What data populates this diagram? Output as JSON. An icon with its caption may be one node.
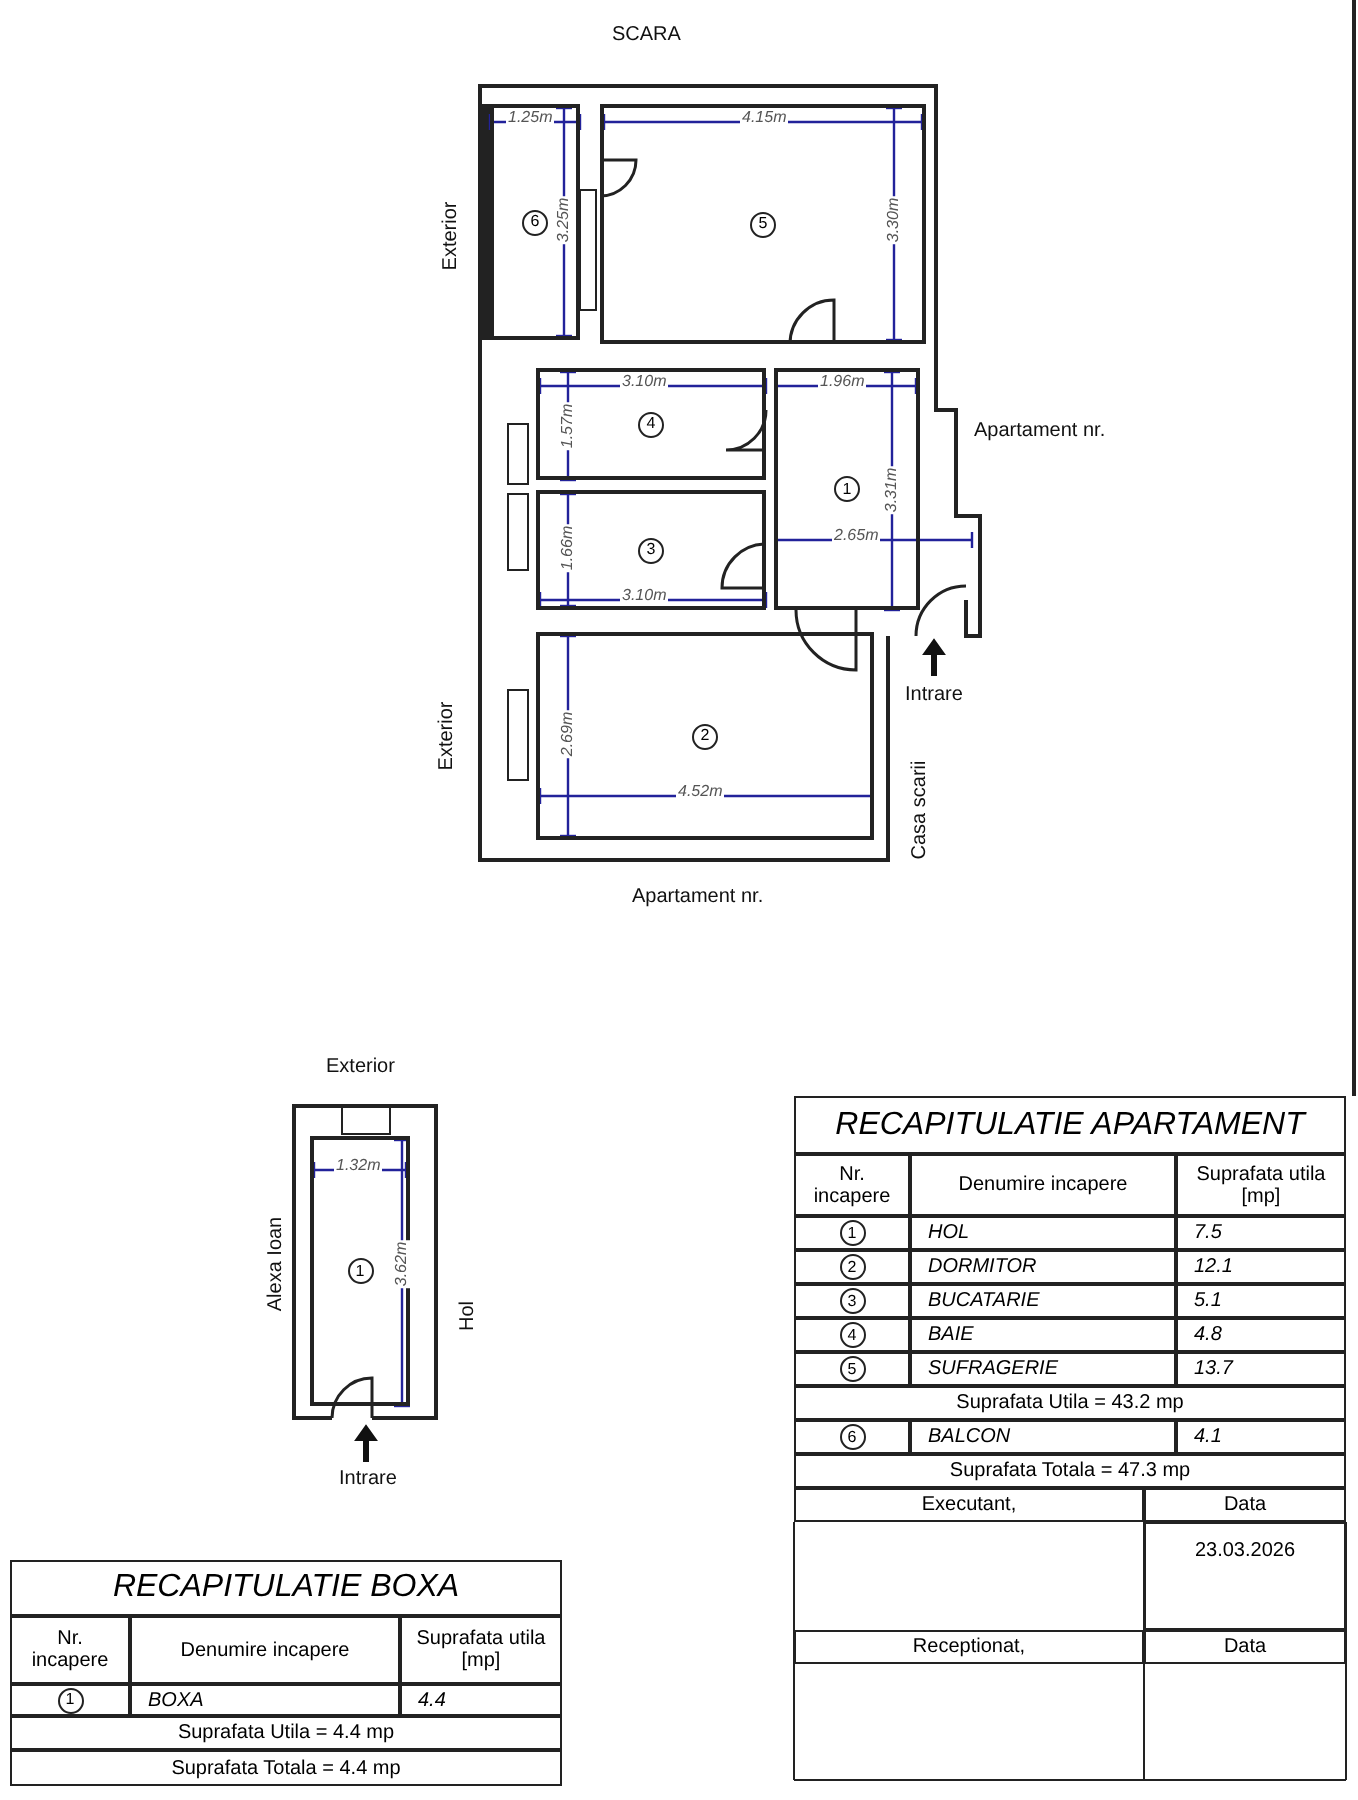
{
  "diagram": {
    "nodes": [
      {
        "text": [
          "6"
        ]
      },
      {
        "text": [
          "5"
        ]
      },
      {
        "text": [
          "4"
        ]
      },
      {
        "text": [
          "3"
        ]
      },
      {
        "text": [
          "1"
        ]
      },
      {
        "text": [
          "2"
        ]
      },
      {
        "text": [
          "1"
        ]
      }
    ],
    "edges": [],
    "labels": [
      "SCARA",
      "Exterior",
      "1.25m",
      "4.15m",
      "3.25m",
      "3.30m",
      "3.10m",
      "1.96m",
      "Apartament nr.",
      "1.57m",
      "3.31m",
      "1.66m",
      "2.65m",
      "3.10m",
      "Intrare",
      "Exterior",
      "2.69m",
      "4.52m",
      "Casa scarii",
      "Apartament nr.",
      "Exterior",
      "1.32m",
      "Alexa Ioan",
      "3.62m",
      "Hol",
      "Intrare",
      "RECAPITULATIE APARTAMENT",
      "Nr. incapere",
      "Denumire incapere",
      "Suprafata utila [mp]",
      "1",
      "HOL",
      "7.5",
      "2",
      "DORMITOR",
      "12.1",
      "3",
      "BUCATARIE",
      "5.1",
      "4",
      "BAIE",
      "4.8",
      "5",
      "SUFRAGERIE",
      "13.7",
      "Suprafata Utila = 43.2 mp",
      "6",
      "BALCON",
      "4.1",
      "Suprafata Totala = 47.3 mp",
      "Executant,",
      "Data",
      "23.03.2026",
      "Receptionat,",
      "Data",
      "RECAPITULATIE BOXA",
      "Nr. incapere",
      "Denumire incapere",
      "Suprafata utila [mp]",
      "1",
      "BOXA",
      "4.4",
      "Suprafata Utila = 4.4 mp",
      "Suprafata Totala = 4.4 mp"
    ]
  }
}
